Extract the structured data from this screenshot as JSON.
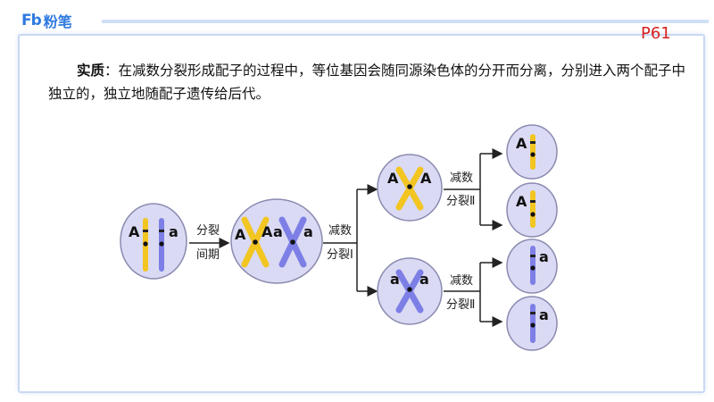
{
  "header": {
    "logo_mark": "Fb",
    "logo_name": "粉笔",
    "page_number": "P61"
  },
  "content": {
    "lead": "实质",
    "body": "：在减数分裂形成配子的过程中，等位基因会随同源染色体的分开而分离，分别进入两个配子中独立的，独立地随配子遗传给后代。"
  },
  "diagram": {
    "arrow1_line1": "分裂",
    "arrow1_line2": "间期",
    "arrow2_line1": "减数",
    "arrow2_line2": "分裂Ⅰ",
    "arrow3_line1": "减数",
    "arrow3_line2": "分裂Ⅱ",
    "arrow4_line1": "减数",
    "arrow4_line2": "分裂Ⅱ",
    "allele_A": "A",
    "allele_a": "a",
    "colors": {
      "yellow": "#f2c521",
      "blue": "#7d7fe6",
      "cell_fill": "#dadaf4",
      "cell_stroke": "#8a8ab0"
    }
  }
}
